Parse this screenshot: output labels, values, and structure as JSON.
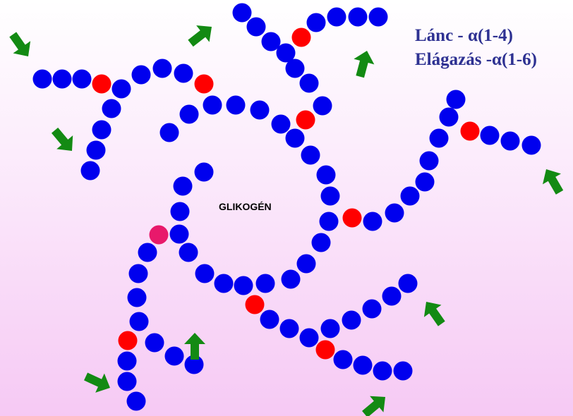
{
  "legend": {
    "chain": "Lánc - α(1-4)",
    "branch": "Elágazás -α(1-6)"
  },
  "center_label": "GLIKOGÉN",
  "colors": {
    "glucose": "#0000ee",
    "branch_point": "#ff0000",
    "branch_point_alt": "#e8196b",
    "arrow": "#138a13",
    "legend_text": "#2e3192"
  },
  "icons": {
    "glucose_unit": "blue-circle",
    "branch_point": "red-circle",
    "end_marker": "green-arrow"
  }
}
